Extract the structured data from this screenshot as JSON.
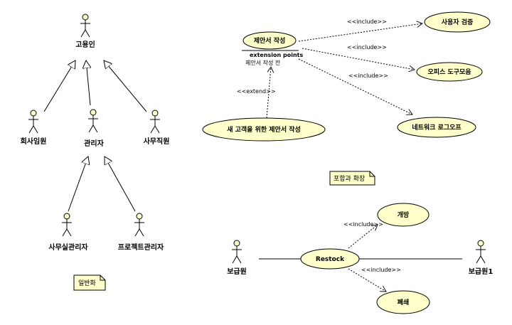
{
  "generalization": {
    "actors": {
      "employee": "고용인",
      "executive": "회사임원",
      "manager": "관리자",
      "clerk": "사무직원",
      "office_manager": "사무실관리자",
      "project_manager": "프로젝트관리자"
    },
    "note": "일반화"
  },
  "include_extend": {
    "main_use_case": "제안서 작성",
    "extension_points_title": "extension points",
    "extension_point": "제안서 작성 전",
    "ext_use_case": "새 고객을 위한 제안서 작성",
    "inc_use_cases": [
      "사용자 검증",
      "오피스 도구모음",
      "네트워크 로그오프"
    ],
    "include_label": "<<include>>",
    "extend_label": "<<extend>>",
    "note": "포함과 확장"
  },
  "restock": {
    "actor_left": "보급원",
    "actor_right": "보급원1",
    "main_use_case": "Restock",
    "open_use_case": "개방",
    "close_use_case": "폐쇄",
    "include_label": "<<include>>"
  },
  "colors": {
    "use_case_fill": "#ffffcc",
    "note_fill": "#ffffcc",
    "line": "#000000"
  }
}
